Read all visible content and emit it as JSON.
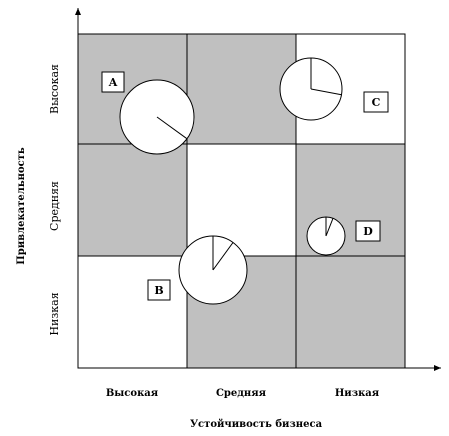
{
  "diagram": {
    "xlabel": "Устойчивость бизнеса",
    "ylabel": "Привлекательность",
    "columns": [
      "Высокая",
      "Средняя",
      "Низкая"
    ],
    "rows": [
      "Высокая",
      "Средняя",
      "Низкая"
    ],
    "colors": {
      "shaded": "#c0c0c0",
      "clear": "#ffffff",
      "line": "#000000"
    },
    "cells": [
      {
        "row": "Высокая",
        "column": "Высокая",
        "shaded": true
      },
      {
        "row": "Высокая",
        "column": "Средняя",
        "shaded": true
      },
      {
        "row": "Высокая",
        "column": "Низкая",
        "shaded": false
      },
      {
        "row": "Средняя",
        "column": "Высокая",
        "shaded": true
      },
      {
        "row": "Средняя",
        "column": "Средняя",
        "shaded": false
      },
      {
        "row": "Средняя",
        "column": "Низкая",
        "shaded": true
      },
      {
        "row": "Низкая",
        "column": "Высокая",
        "shaded": false
      },
      {
        "row": "Низкая",
        "column": "Средняя",
        "shaded": true
      },
      {
        "row": "Низкая",
        "column": "Низкая",
        "shaded": true
      }
    ],
    "units": [
      {
        "label": "A",
        "slice_fraction": 0.35
      },
      {
        "label": "B",
        "slice_fraction": 0.1
      },
      {
        "label": "C",
        "slice_fraction": 0.28
      },
      {
        "label": "D",
        "slice_fraction": 0.06
      }
    ]
  }
}
